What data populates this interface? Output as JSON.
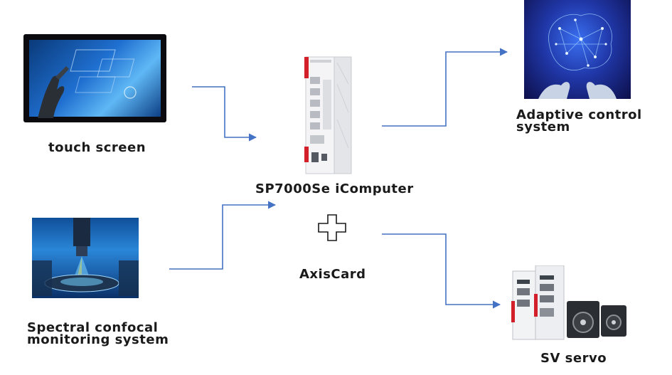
{
  "labels": {
    "touch_screen": "touch screen",
    "controller": "SP7000Se iComputer",
    "axis_card": "AxisCard",
    "spectral": "Spectral confocal\nmonitoring system",
    "adaptive": "Adaptive control\nsystem",
    "servo": "SV servo"
  },
  "colors": {
    "arrow": "#4472c4",
    "text": "#1a1a1a"
  }
}
